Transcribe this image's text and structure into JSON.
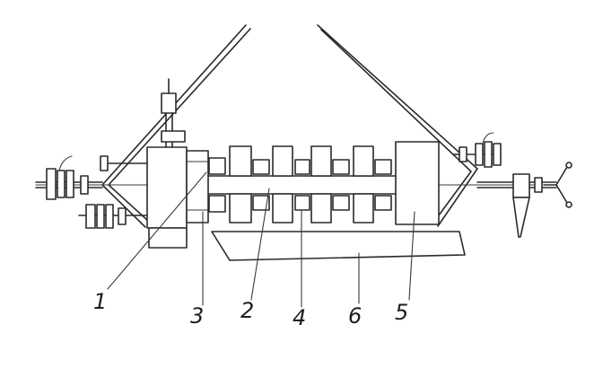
{
  "labels": {
    "1": "1",
    "2": "2",
    "3": "3",
    "4": "4",
    "5": "5",
    "6": "6"
  },
  "colors": {
    "ink": "#2a2a2a",
    "paper": "#ffffff"
  }
}
